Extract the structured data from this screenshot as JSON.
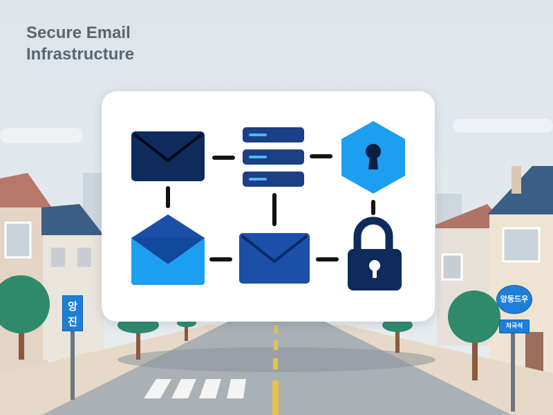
{
  "title": {
    "line1": "Secure Email",
    "line2": "Infrastructure"
  },
  "street_signs": {
    "left_line1": "앙",
    "left_line2": "진",
    "right_round": "앙둥드우",
    "right_plate": "처국석"
  },
  "icons": [
    "envelope-closed-icon",
    "server-stack-icon",
    "keyhole-hexagon-icon",
    "envelope-open-icon",
    "envelope-closed-icon",
    "padlock-icon"
  ],
  "colors": {
    "navy": "#0f2b5c",
    "blue": "#1c4fa8",
    "light_blue": "#1e9ef0",
    "card": "#ffffff",
    "sky": "#dfe7ec",
    "title_text": "#5b6670"
  }
}
